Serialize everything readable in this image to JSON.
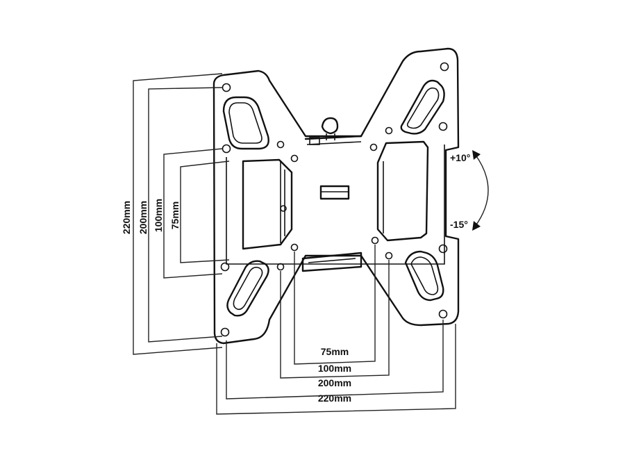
{
  "diagram": {
    "vertical_dimensions": [
      "220mm",
      "200mm",
      "100mm",
      "75mm"
    ],
    "horizontal_dimensions": [
      "75mm",
      "100mm",
      "200mm",
      "220mm"
    ],
    "tilt": {
      "up": "+10°",
      "down": "-15°"
    }
  }
}
